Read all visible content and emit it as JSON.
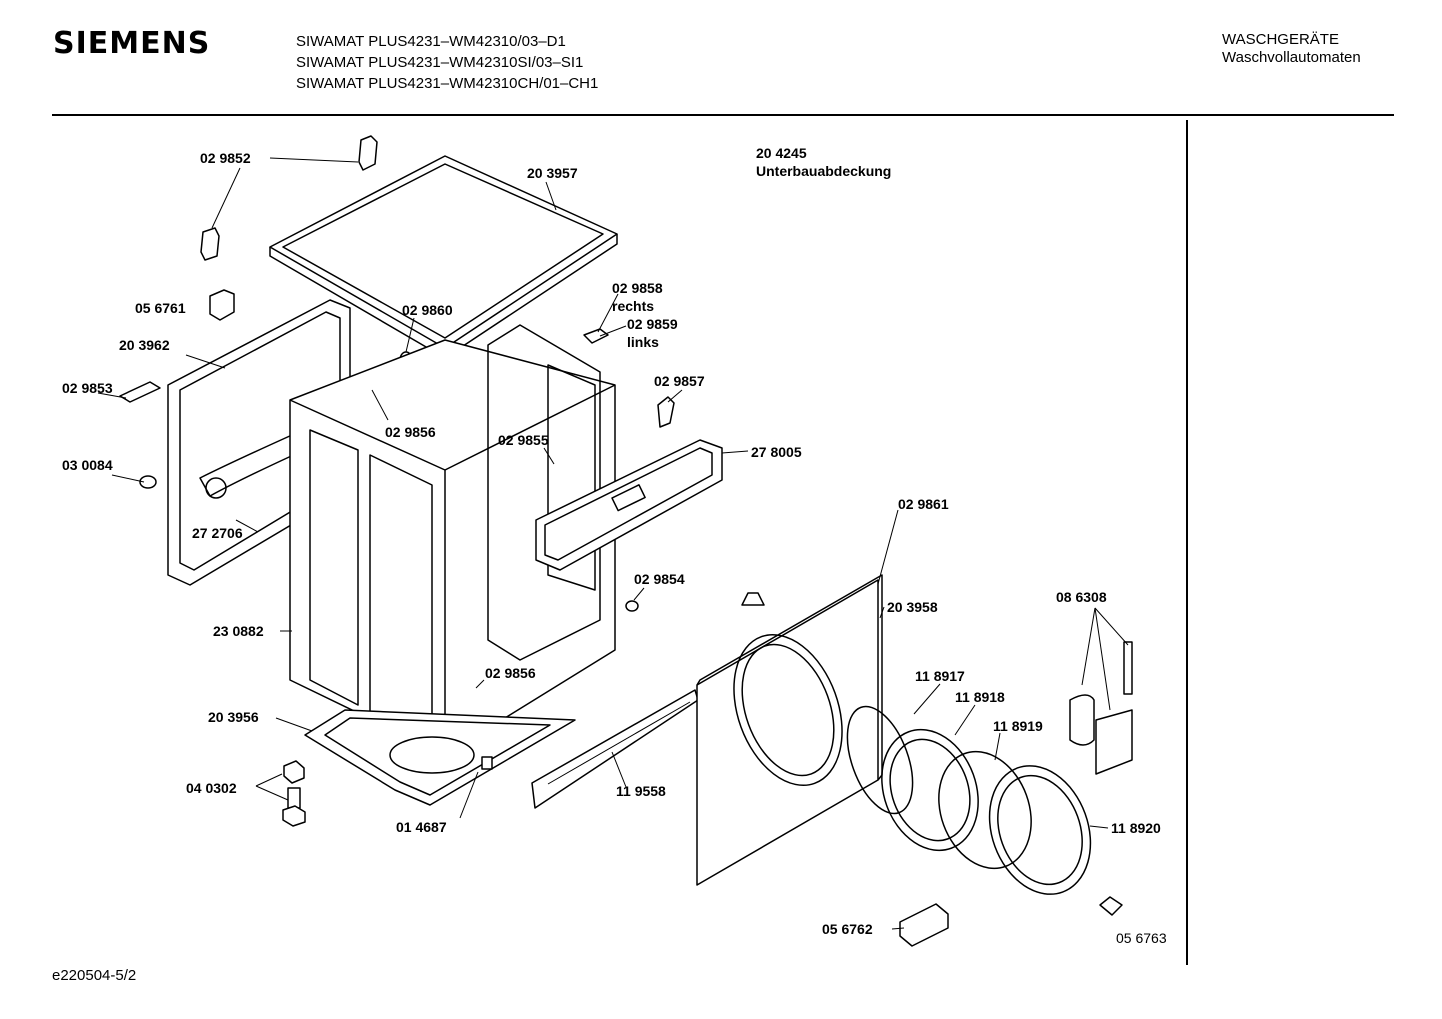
{
  "header": {
    "brand": "SIEMENS",
    "models": [
      "SIWAMAT PLUS4231–WM42310/03–D1",
      "SIWAMAT PLUS4231–WM42310SI/03–SI1",
      "SIWAMAT PLUS4231–WM42310CH/01–CH1"
    ],
    "category_line1": "WASCHGERÄTE",
    "category_line2": "Waschvollautomaten"
  },
  "footer": {
    "doc_id": "e220504-5/2"
  },
  "note": {
    "part": "20 4245",
    "label": "Unterbauabdeckung"
  },
  "parts": {
    "p029852": "02 9852",
    "p203957": "20 3957",
    "p056761": "05 6761",
    "p203962": "20 3962",
    "p029860": "02 9860",
    "p029858": "02 9858",
    "rechts": "rechts",
    "p029859": "02 9859",
    "links": "links",
    "p029853": "02 9853",
    "p029857": "02 9857",
    "p029856a": "02 9856",
    "p029855": "02 9855",
    "p278005": "27 8005",
    "p030084": "03 0084",
    "p272706": "27 2706",
    "p029861": "02 9861",
    "p029854": "02 9854",
    "p203958": "20 3958",
    "p086308": "08 6308",
    "p230882": "23 0882",
    "p029856b": "02 9856",
    "p118917": "11 8917",
    "p118918": "11 8918",
    "p118919": "11 8919",
    "p203956": "20 3956",
    "p040302": "04 0302",
    "p119558": "11 9558",
    "p118920": "11 8920",
    "p014687": "01 4687",
    "p056762": "05 6762",
    "p056763": "05 6763"
  }
}
